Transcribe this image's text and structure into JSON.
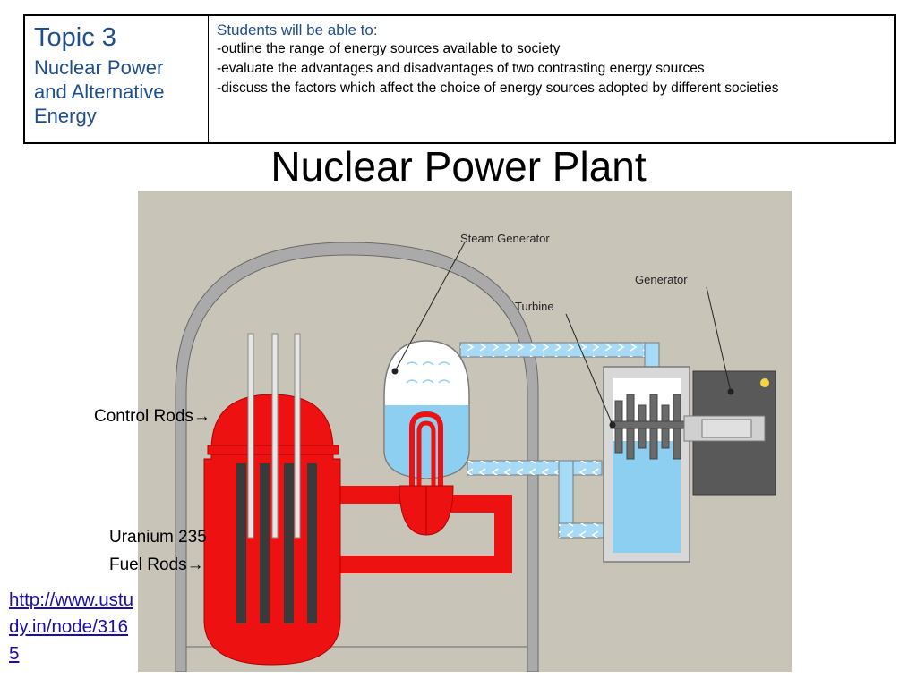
{
  "header": {
    "topic_title": "Topic 3",
    "topic_subtitle": "Nuclear Power and Alternative Energy",
    "objectives_heading": "Students will be able to:",
    "objectives": [
      "-outline the range of energy sources available to society",
      "-evaluate the advantages and disadvantages of two contrasting energy sources",
      "-discuss the factors which affect the choice of energy sources adopted by different societies"
    ]
  },
  "slide_title": "Nuclear Power Plant",
  "diagram": {
    "labels": {
      "steam_generator": "Steam Generator",
      "turbine": "Turbine",
      "generator": "Generator"
    },
    "colors": {
      "background": "#c9c4b8",
      "reactor": "#ee1111",
      "water": "#8ccff0",
      "steam": "#ffffff",
      "generator": "#595959",
      "rods": "#3a3a3a"
    }
  },
  "callouts": {
    "control_rods": "Control Rods→",
    "fuel_rods_line1": "Uranium 235",
    "fuel_rods_line2": "Fuel Rods→"
  },
  "source_link": "http://www.ustudy.in/node/3165"
}
